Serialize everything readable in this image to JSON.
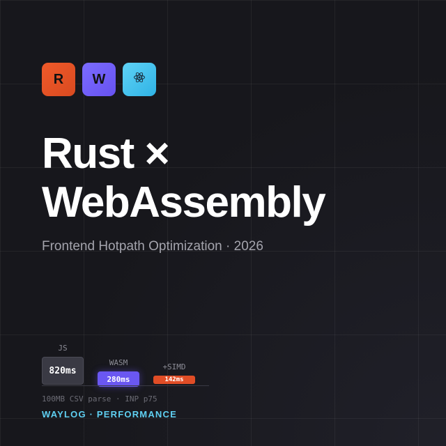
{
  "badges": [
    {
      "letter": "R",
      "name": "Rust",
      "color": "#e45126"
    },
    {
      "letter": "W",
      "name": "WebAssembly",
      "color": "#6f5cf8"
    },
    {
      "icon": "react-icon",
      "name": "React",
      "color": "#46c3ee"
    }
  ],
  "title": {
    "line1": "Rust ×",
    "line2": "WebAssembly"
  },
  "subtitle": "Frontend Hotpath Optimization · 2026",
  "chart_data": {
    "type": "bar",
    "categories": [
      "JS",
      "WASM",
      "+SIMD"
    ],
    "values": [
      820,
      280,
      142
    ],
    "value_labels": [
      "820ms",
      "280ms",
      "142ms"
    ],
    "unit": "ms",
    "colors": [
      "#3a3a44",
      "#6a57f2",
      "#e04d26"
    ]
  },
  "metric_note": "100MB CSV parse · INP p75",
  "brand": "WAYLOG · PERFORMANCE"
}
